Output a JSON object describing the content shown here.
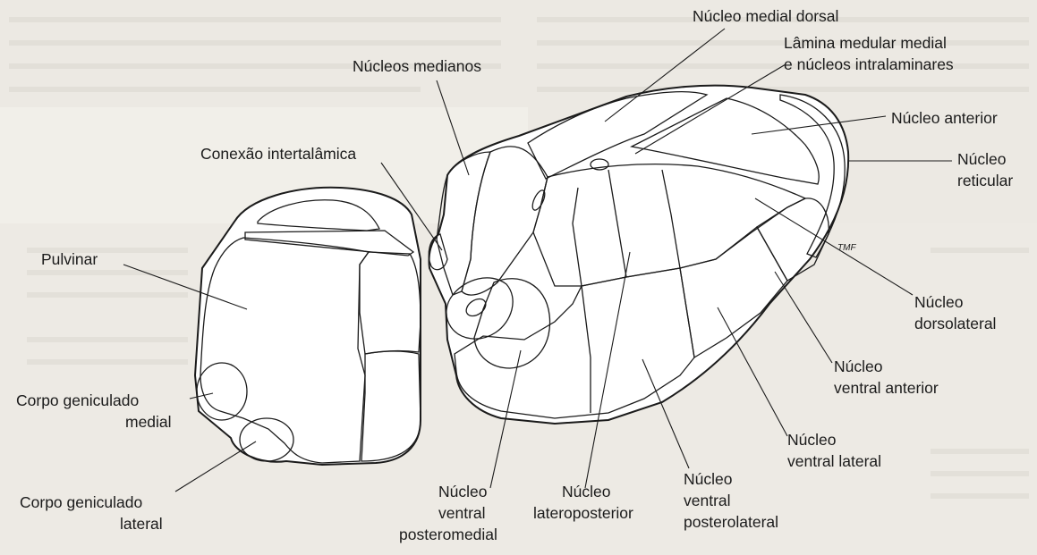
{
  "colors": {
    "pink": "#dd5c8f",
    "green": "#72bd75",
    "light_blue": "#a7d9e6",
    "lavender": "#b3b6d8",
    "yellow": "#f1e44a",
    "black": "#262626",
    "tan": "#efdcaa",
    "pale_green_hatch": "#cfe8cf",
    "pink_hatch": "#f1c2d2"
  },
  "labels": {
    "nucleo_medial_dorsal": "Núcleo medial dorsal",
    "lamina_medular_1": "Lâmina medular medial",
    "lamina_medular_2": "e núcleos intralaminares",
    "nucleos_medianos": "Núcleos medianos",
    "nucleo_anterior": "Núcleo anterior",
    "nucleo_reticular_1": "Núcleo",
    "nucleo_reticular_2": "reticular",
    "conexao_intertalamica": "Conexão intertalâmica",
    "pulvinar": "Pulvinar",
    "nucleo_dorsolateral_1": "Núcleo",
    "nucleo_dorsolateral_2": "dorsolateral",
    "nucleo_ventral_anterior_1": "Núcleo",
    "nucleo_ventral_anterior_2": "ventral anterior",
    "corpo_geniculado_medial_1": "Corpo geniculado",
    "corpo_geniculado_medial_2": "medial",
    "nucleo_ventral_lateral_1": "Núcleo",
    "nucleo_ventral_lateral_2": "ventral lateral",
    "corpo_geniculado_lateral_1": "Corpo geniculado",
    "corpo_geniculado_lateral_2": "lateral",
    "nucleo_ventral_posteromedial_1": "Núcleo",
    "nucleo_ventral_posteromedial_2": "ventral",
    "nucleo_ventral_posteromedial_3": "posteromedial",
    "nucleo_lateroposterior_1": "Núcleo",
    "nucleo_lateroposterior_2": "lateroposterior",
    "nucleo_ventral_posterolateral_1": "Núcleo",
    "nucleo_ventral_posterolateral_2": "ventral",
    "nucleo_ventral_posterolateral_3": "posterolateral",
    "tmf": "TMF"
  }
}
